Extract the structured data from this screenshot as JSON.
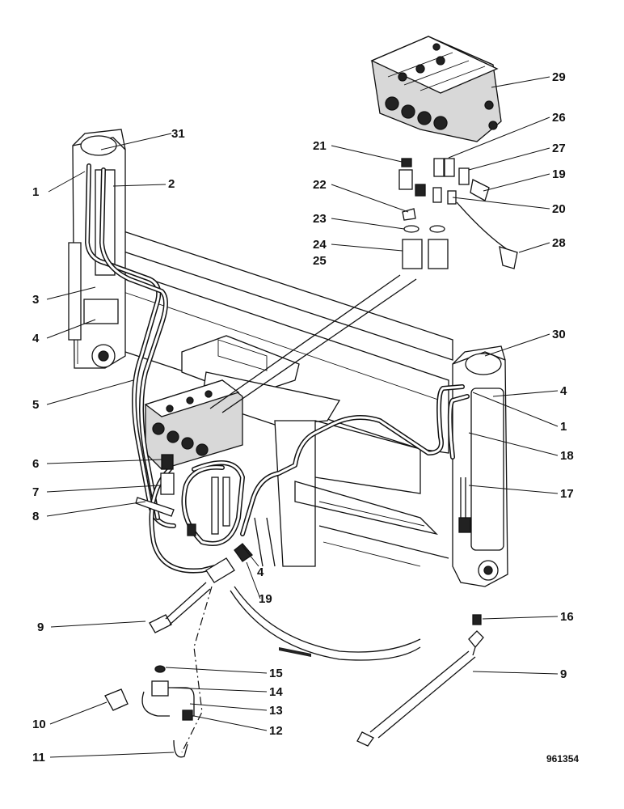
{
  "drawing_number": "961354",
  "callouts": [
    {
      "id": "c31",
      "label": "31"
    },
    {
      "id": "c2",
      "label": "2"
    },
    {
      "id": "c1a",
      "label": "1"
    },
    {
      "id": "c3",
      "label": "3"
    },
    {
      "id": "c4a",
      "label": "4"
    },
    {
      "id": "c5",
      "label": "5"
    },
    {
      "id": "c6",
      "label": "6"
    },
    {
      "id": "c7",
      "label": "7"
    },
    {
      "id": "c8",
      "label": "8"
    },
    {
      "id": "c9a",
      "label": "9"
    },
    {
      "id": "c10",
      "label": "10"
    },
    {
      "id": "c11",
      "label": "11"
    },
    {
      "id": "c12",
      "label": "12"
    },
    {
      "id": "c13",
      "label": "13"
    },
    {
      "id": "c14",
      "label": "14"
    },
    {
      "id": "c15",
      "label": "15"
    },
    {
      "id": "c4b",
      "label": "4"
    },
    {
      "id": "c19a",
      "label": "19"
    },
    {
      "id": "c9b",
      "label": "9"
    },
    {
      "id": "c16",
      "label": "16"
    },
    {
      "id": "c17",
      "label": "17"
    },
    {
      "id": "c18",
      "label": "18"
    },
    {
      "id": "c1b",
      "label": "1"
    },
    {
      "id": "c4c",
      "label": "4"
    },
    {
      "id": "c30",
      "label": "30"
    },
    {
      "id": "c29",
      "label": "29"
    },
    {
      "id": "c26",
      "label": "26"
    },
    {
      "id": "c27",
      "label": "27"
    },
    {
      "id": "c19b",
      "label": "19"
    },
    {
      "id": "c20",
      "label": "20"
    },
    {
      "id": "c28",
      "label": "28"
    },
    {
      "id": "c21",
      "label": "21"
    },
    {
      "id": "c22",
      "label": "22"
    },
    {
      "id": "c23",
      "label": "23"
    },
    {
      "id": "c24",
      "label": "24"
    },
    {
      "id": "c25",
      "label": "25"
    }
  ]
}
